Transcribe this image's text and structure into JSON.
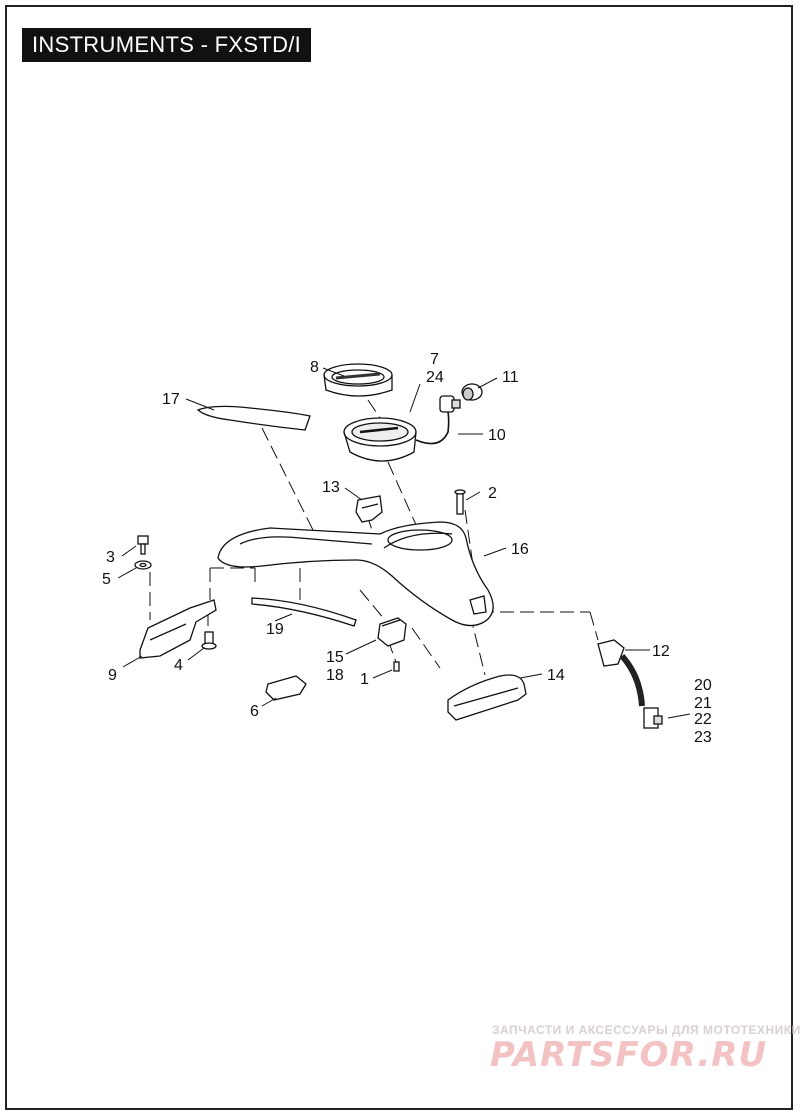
{
  "title": "INSTRUMENTS - FXSTD/I",
  "callouts": [
    {
      "id": "c1",
      "text": "1"
    },
    {
      "id": "c2",
      "text": "2"
    },
    {
      "id": "c3",
      "text": "3"
    },
    {
      "id": "c4",
      "text": "4"
    },
    {
      "id": "c5",
      "text": "5"
    },
    {
      "id": "c6",
      "text": "6"
    },
    {
      "id": "c7",
      "text": "7"
    },
    {
      "id": "c24",
      "text": "24"
    },
    {
      "id": "c8",
      "text": "8"
    },
    {
      "id": "c9",
      "text": "9"
    },
    {
      "id": "c10",
      "text": "10"
    },
    {
      "id": "c11",
      "text": "11"
    },
    {
      "id": "c12",
      "text": "12"
    },
    {
      "id": "c13",
      "text": "13"
    },
    {
      "id": "c14",
      "text": "14"
    },
    {
      "id": "c15",
      "text": "15"
    },
    {
      "id": "c18",
      "text": "18"
    },
    {
      "id": "c16",
      "text": "16"
    },
    {
      "id": "c17",
      "text": "17"
    },
    {
      "id": "c19",
      "text": "19"
    },
    {
      "id": "c20",
      "text": "20"
    },
    {
      "id": "c21",
      "text": "21"
    },
    {
      "id": "c22",
      "text": "22"
    },
    {
      "id": "c23",
      "text": "23"
    }
  ],
  "watermark": {
    "tagline": "ЗАПЧАСТИ И АКСЕССУАРЫ ДЛЯ МОТОТЕХНИКИ",
    "logo": "PARTSFOR.RU"
  }
}
